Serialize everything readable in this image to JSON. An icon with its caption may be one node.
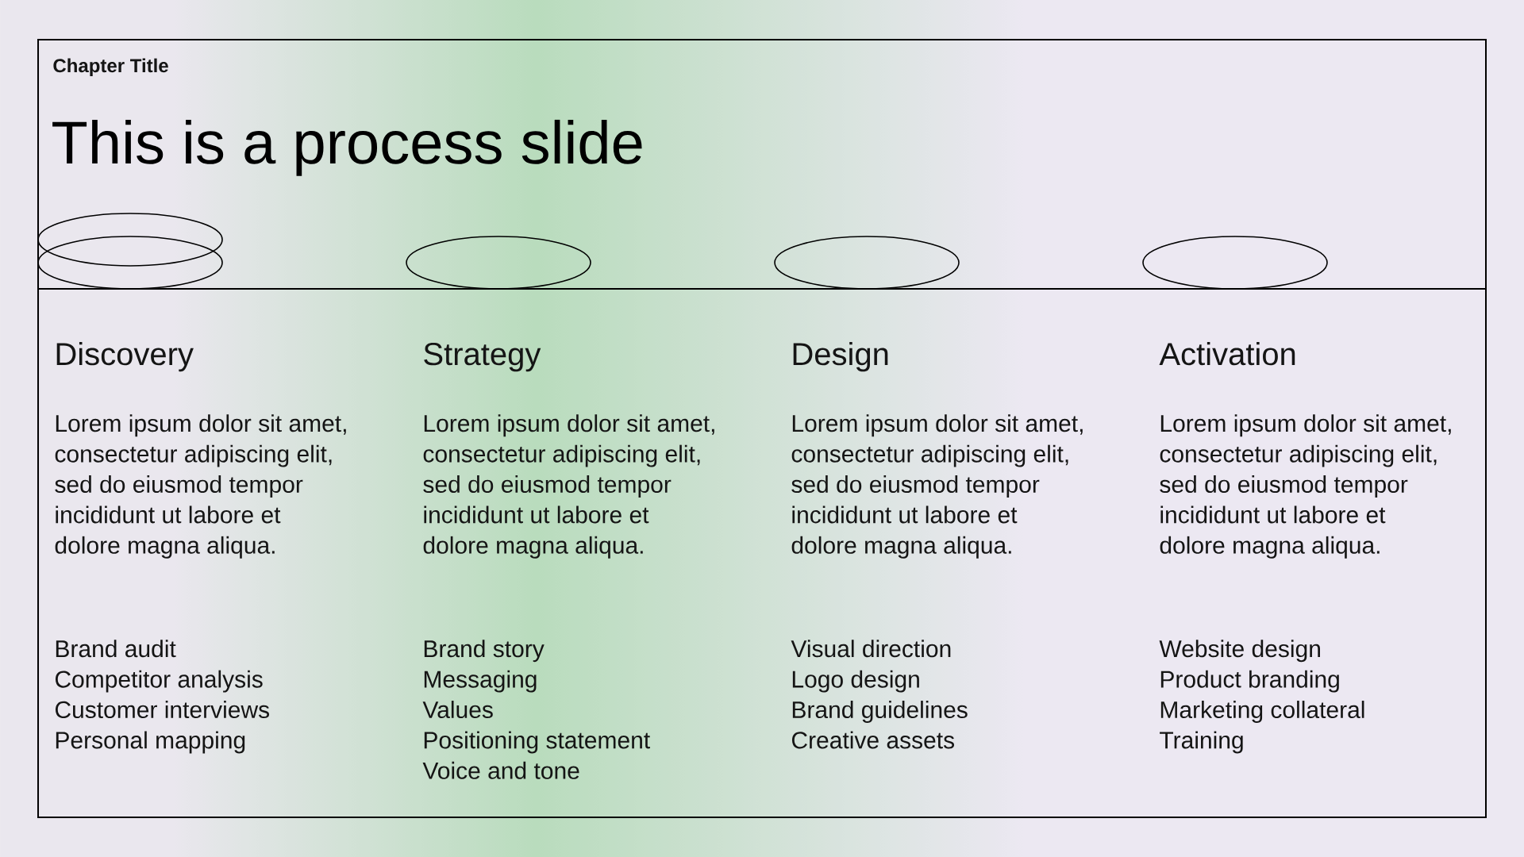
{
  "diagram": {
    "title": "This is a process slide",
    "nodes": [
      {
        "text": [],
        "shape": "ellipse"
      },
      {
        "text": [],
        "shape": "ellipse"
      },
      {
        "text": [],
        "shape": "ellipse"
      },
      {
        "text": [],
        "shape": "ellipse"
      },
      {
        "text": [],
        "shape": "ellipse"
      }
    ],
    "labels": [
      "Chapter Title",
      "Discovery",
      "Lorem ipsum dolor sit amet, consectetur adipiscing elit, sed do eiusmod tempor incididunt ut labore et dolore magna aliqua.",
      "Brand audit",
      "Competitor analysis",
      "Customer interviews",
      "Personal mapping",
      "Strategy",
      "Lorem ipsum dolor sit amet, consectetur adipiscing elit, sed do eiusmod tempor incididunt ut labore et dolore magna aliqua.",
      "Brand story",
      "Messaging",
      "Values",
      "Positioning statement",
      "Voice and tone",
      "Design",
      "Lorem ipsum dolor sit amet, consectetur adipiscing elit, sed do eiusmod tempor incididunt ut labore et dolore magna aliqua.",
      "Visual direction",
      "Logo design",
      "Brand guidelines",
      "Creative assets",
      "Activation",
      "Lorem ipsum dolor sit amet, consectetur adipiscing elit, sed do eiusmod tempor incididunt ut labore et dolore magna aliqua.",
      "Website design",
      "Product branding",
      "Marketing collateral",
      "Training"
    ]
  }
}
